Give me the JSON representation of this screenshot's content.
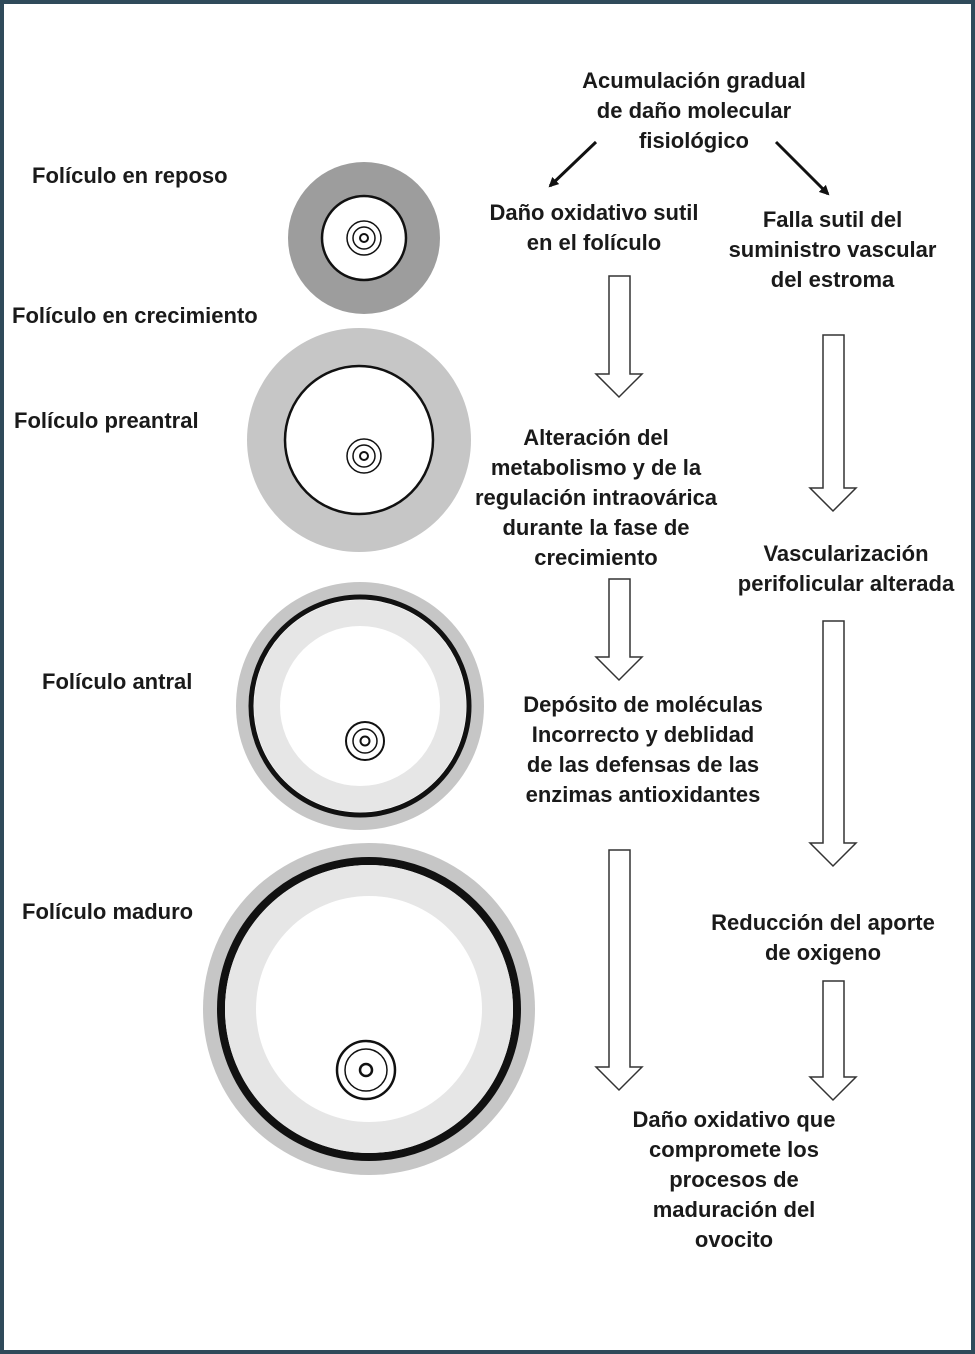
{
  "follicle_labels": {
    "reposo": "Folículo en reposo",
    "crecimiento": "Folículo en crecimiento",
    "preantral": "Folículo preantral",
    "antral": "Folículo antral",
    "maduro": "Folículo maduro"
  },
  "top_node": [
    "Acumulación gradual",
    "de daño molecular",
    "fisiológico"
  ],
  "left_branch": {
    "n1": [
      "Daño oxidativo sutil",
      "en el folículo"
    ],
    "n2": [
      "Alteración del",
      "metabolismo y de la",
      "regulación intraovárica",
      "durante la fase de",
      "crecimiento"
    ],
    "n3": [
      "Depósito de moléculas",
      "Incorrecto y deblidad",
      "de las defensas de las",
      "enzimas antioxidantes"
    ]
  },
  "right_branch": {
    "n1": [
      "Falla sutil del",
      "suministro vascular",
      "del estroma"
    ],
    "n2": [
      "Vascularización",
      "perifolicular alterada"
    ],
    "n3": [
      "Reducción del aporte",
      "de oxigeno"
    ]
  },
  "bottom_node": [
    "Daño oxidativo que",
    "compromete los",
    "procesos de",
    "maduración del",
    "ovocito"
  ],
  "colors": {
    "frame": "#2f4a5a",
    "dark_gray": "#9d9d9d",
    "mid_gray": "#c6c6c6",
    "light_gray": "#e6e6e6",
    "stroke": "#111111"
  }
}
